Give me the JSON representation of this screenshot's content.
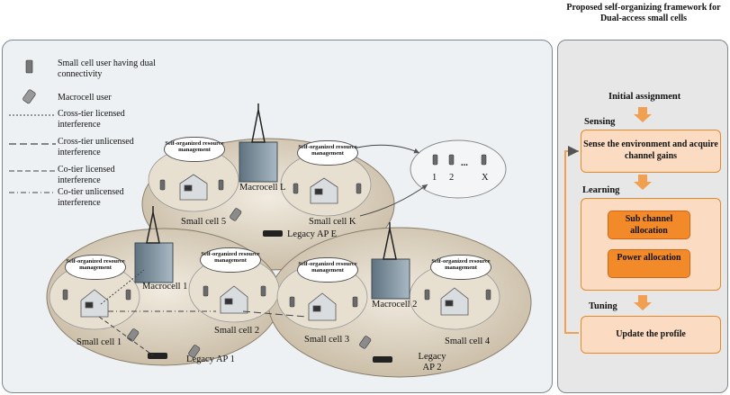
{
  "legend": {
    "items": [
      {
        "icon": "phone-icon",
        "label": "Small cell user having dual connectivity"
      },
      {
        "icon": "mobile-phone-icon",
        "label": "Macrocell user"
      },
      {
        "icon": "dotted-line-icon",
        "label": "Cross-tier licensed interference"
      },
      {
        "icon": "dashed-line-icon",
        "label": "Cross-tier unlicensed interference"
      },
      {
        "icon": "long-dash-line-icon",
        "label": "Co-tier licensed interference"
      },
      {
        "icon": "dash-dot-line-icon",
        "label": "Co-tier unlicensed interference"
      }
    ]
  },
  "network": {
    "cloud_label": "Self-organized resource management",
    "small_cells": [
      "Small cell 1",
      "Small cell 2",
      "Small cell 3",
      "Small cell 4",
      "Small cell 5",
      "Small cell K"
    ],
    "macrocells": [
      "Macrocell 1",
      "Macrocell 2",
      "Macrocell L"
    ],
    "legacy_aps": [
      "Legacy AP 1",
      "Legacy AP 2",
      "Legacy AP E"
    ],
    "users_group": {
      "first": "1",
      "second": "2",
      "dots": "...",
      "last": "X"
    }
  },
  "framework": {
    "title": "Proposed self-organizing framework for Dual-access small cells",
    "initial": "Initial assignment",
    "sensing_label": "Sensing",
    "sensing_box": "Sense the environment and acquire channel gains",
    "learning_label": "Learning",
    "subchannel_box": "Sub channel allocation",
    "power_box": "Power allocation",
    "tuning_label": "Tuning",
    "update_box": "Update the profile",
    "colors": {
      "box_fill": "#fbdcc2",
      "inner_fill": "#f28a2a",
      "border": "#e58a2a"
    }
  }
}
